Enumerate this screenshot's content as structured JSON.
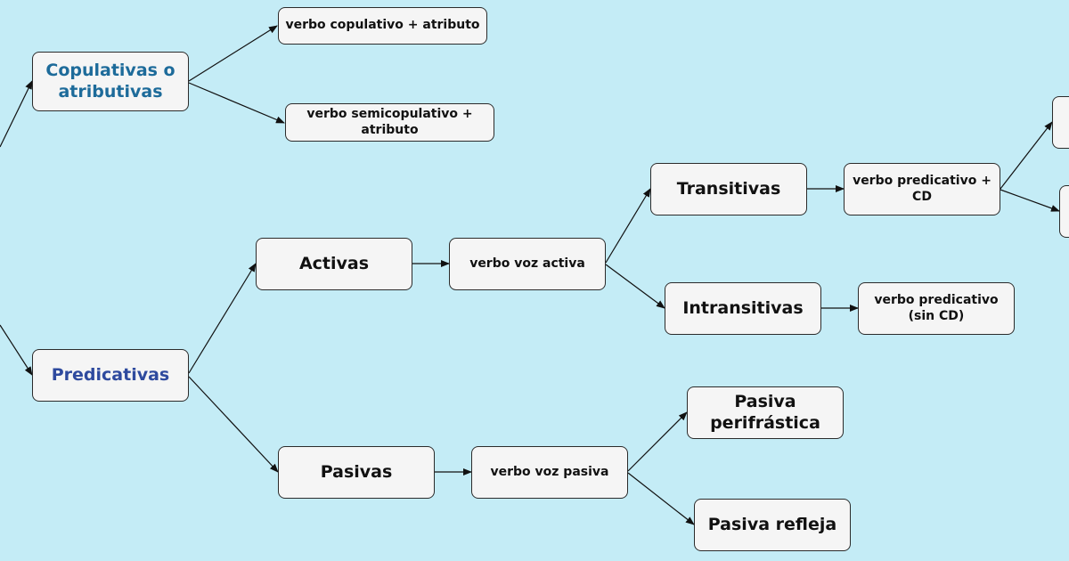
{
  "colors": {
    "background": "#c4ecf6",
    "node_fill": "#f5f5f5",
    "node_border": "#2b2b2b",
    "copulativas_text": "#1d6b9a",
    "predicativas_text": "#2e4a9e"
  },
  "nodes": {
    "copulativas": "Copulativas o atributivas",
    "verbo_copulativo": "verbo copulativo + atributo",
    "verbo_semicopulativo": "verbo semicopulativo + atributo",
    "predicativas": "Predicativas",
    "activas": "Activas",
    "verbo_voz_activa": "verbo voz activa",
    "transitivas": "Transitivas",
    "verbo_predicativo_cd": "verbo predicativo + CD",
    "intransitivas": "Intransitivas",
    "verbo_predicativo_sin_cd": "verbo predicativo (sin CD)",
    "pasivas": "Pasivas",
    "verbo_voz_pasiva": "verbo voz pasiva",
    "pasiva_perifrastica": "Pasiva perifrástica",
    "pasiva_refleja": "Pasiva refleja",
    "clipped_top_right": "",
    "clipped_bottom_right": ""
  }
}
